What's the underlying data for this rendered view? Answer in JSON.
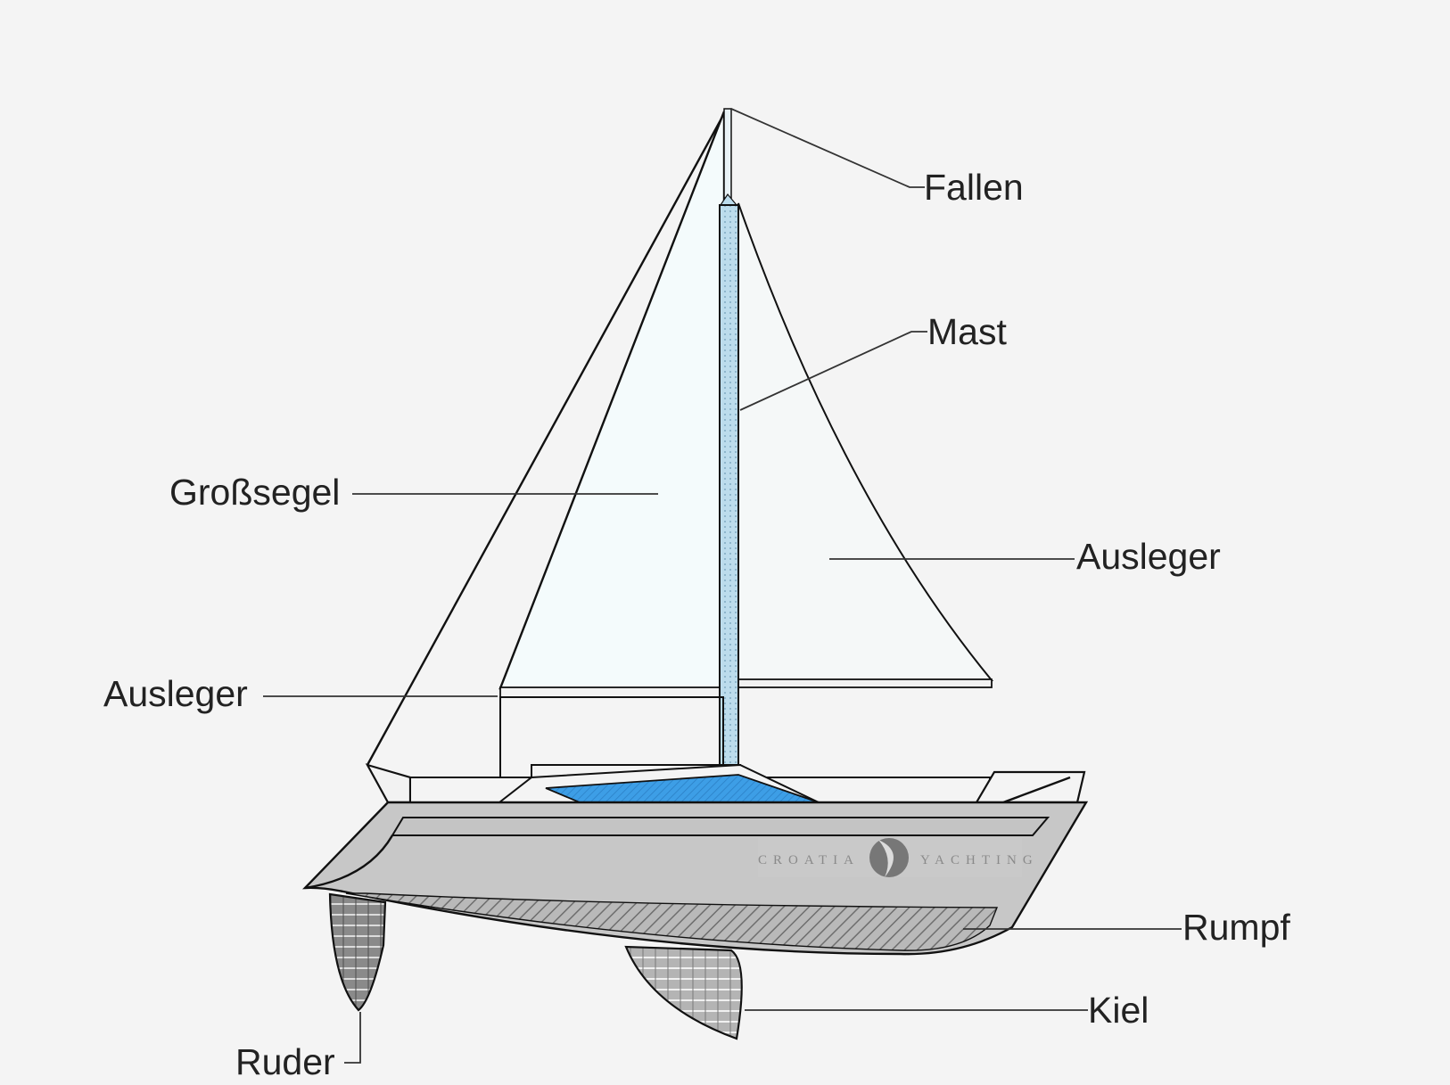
{
  "labels": {
    "fallen": "Fallen",
    "mast": "Mast",
    "grosssegel": "Großsegel",
    "ausleger_right": "Ausleger",
    "ausleger_left": "Ausleger",
    "rumpf": "Rumpf",
    "kiel": "Kiel",
    "ruder": "Ruder"
  },
  "watermark": {
    "left_word": "CROATIA",
    "right_word": "YACHTING"
  },
  "colors": {
    "background": "#f4f4f4",
    "sail": "#f4fbfc",
    "mast": "#bcdcec",
    "deck_accent": "#3d9ee6",
    "hull": "#c7c7c7",
    "keel": "#a9a9a9"
  }
}
